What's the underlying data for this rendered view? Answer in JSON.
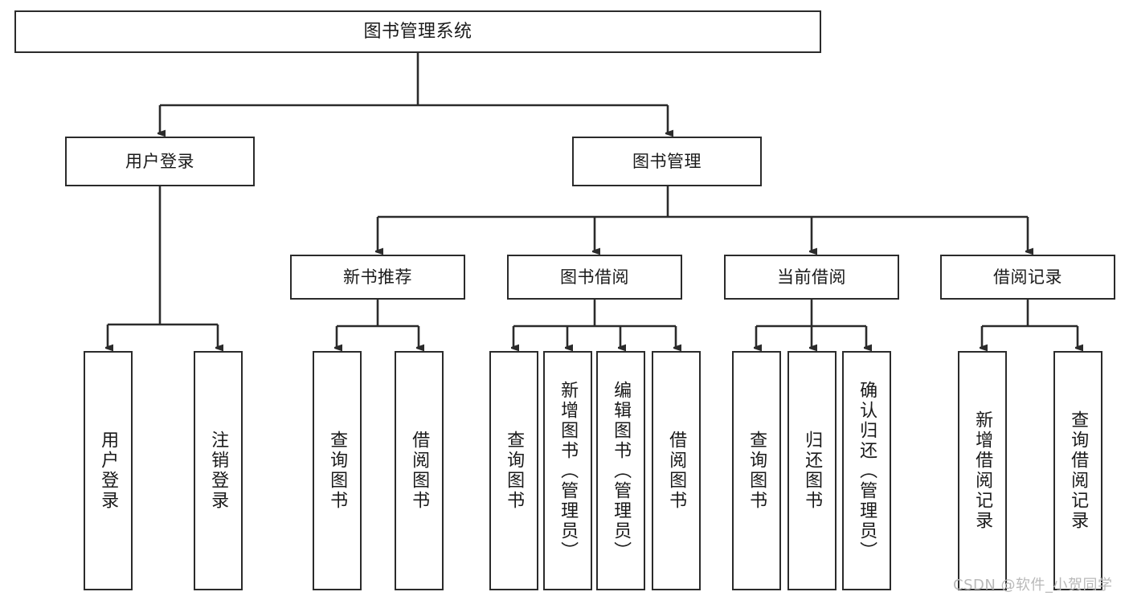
{
  "diagram": {
    "title": "图书管理系统",
    "type": "tree",
    "watermark": "CSDN @软件_小贺同学",
    "colors": {
      "box_border": "#2b2b2b",
      "box_fill": "#ffffff",
      "connector": "#2b2b2b",
      "text": "#1a1a1a",
      "watermark": "#b9b9b9",
      "background": "#ffffff"
    },
    "nodes": {
      "root": {
        "label": "图书管理系统"
      },
      "level2": [
        {
          "id": "user-login",
          "label": "用户登录"
        },
        {
          "id": "book-management",
          "label": "图书管理"
        }
      ],
      "level3": [
        {
          "id": "new-book-recommend",
          "label": "新书推荐"
        },
        {
          "id": "book-borrow",
          "label": "图书借阅"
        },
        {
          "id": "current-borrow",
          "label": "当前借阅"
        },
        {
          "id": "borrow-record",
          "label": "借阅记录"
        }
      ],
      "leaves": {
        "user_login": [
          {
            "id": "leaf-user-login",
            "label": "用户登录"
          },
          {
            "id": "leaf-logout-login",
            "label": "注销登录"
          }
        ],
        "new_book_recommend": [
          {
            "id": "leaf-query-book-1",
            "label": "查询图书"
          },
          {
            "id": "leaf-borrow-book-1",
            "label": "借阅图书"
          }
        ],
        "book_borrow": [
          {
            "id": "leaf-query-book-2",
            "label": "查询图书"
          },
          {
            "id": "leaf-add-book-admin",
            "label": "新增图书（管理员）"
          },
          {
            "id": "leaf-edit-book-admin",
            "label": "编辑图书（管理员）"
          },
          {
            "id": "leaf-borrow-book-2",
            "label": "借阅图书"
          }
        ],
        "current_borrow": [
          {
            "id": "leaf-query-book-3",
            "label": "查询图书"
          },
          {
            "id": "leaf-return-book",
            "label": "归还图书"
          },
          {
            "id": "leaf-confirm-return-admin",
            "label": "确认归还（管理员）"
          }
        ],
        "borrow_record": [
          {
            "id": "leaf-add-borrow-record",
            "label": "新增借阅记录"
          },
          {
            "id": "leaf-query-borrow-record",
            "label": "查询借阅记录"
          }
        ]
      }
    }
  }
}
